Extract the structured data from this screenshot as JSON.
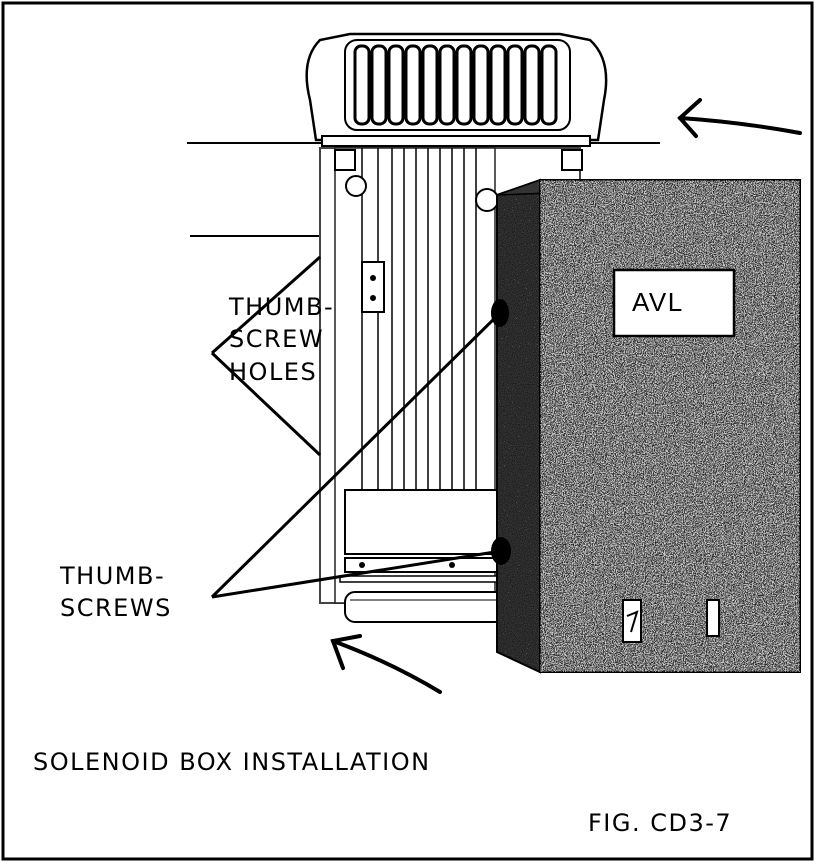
{
  "labels": {
    "thumbscrew_holes": [
      "THUMB-",
      "SCREW",
      "HOLES"
    ],
    "thumbscrews": [
      "THUMB-",
      "SCREWS"
    ],
    "caption": "SOLENOID BOX INSTALLATION",
    "figure_number": "FIG. CD3-7",
    "box_label": "AVL"
  }
}
